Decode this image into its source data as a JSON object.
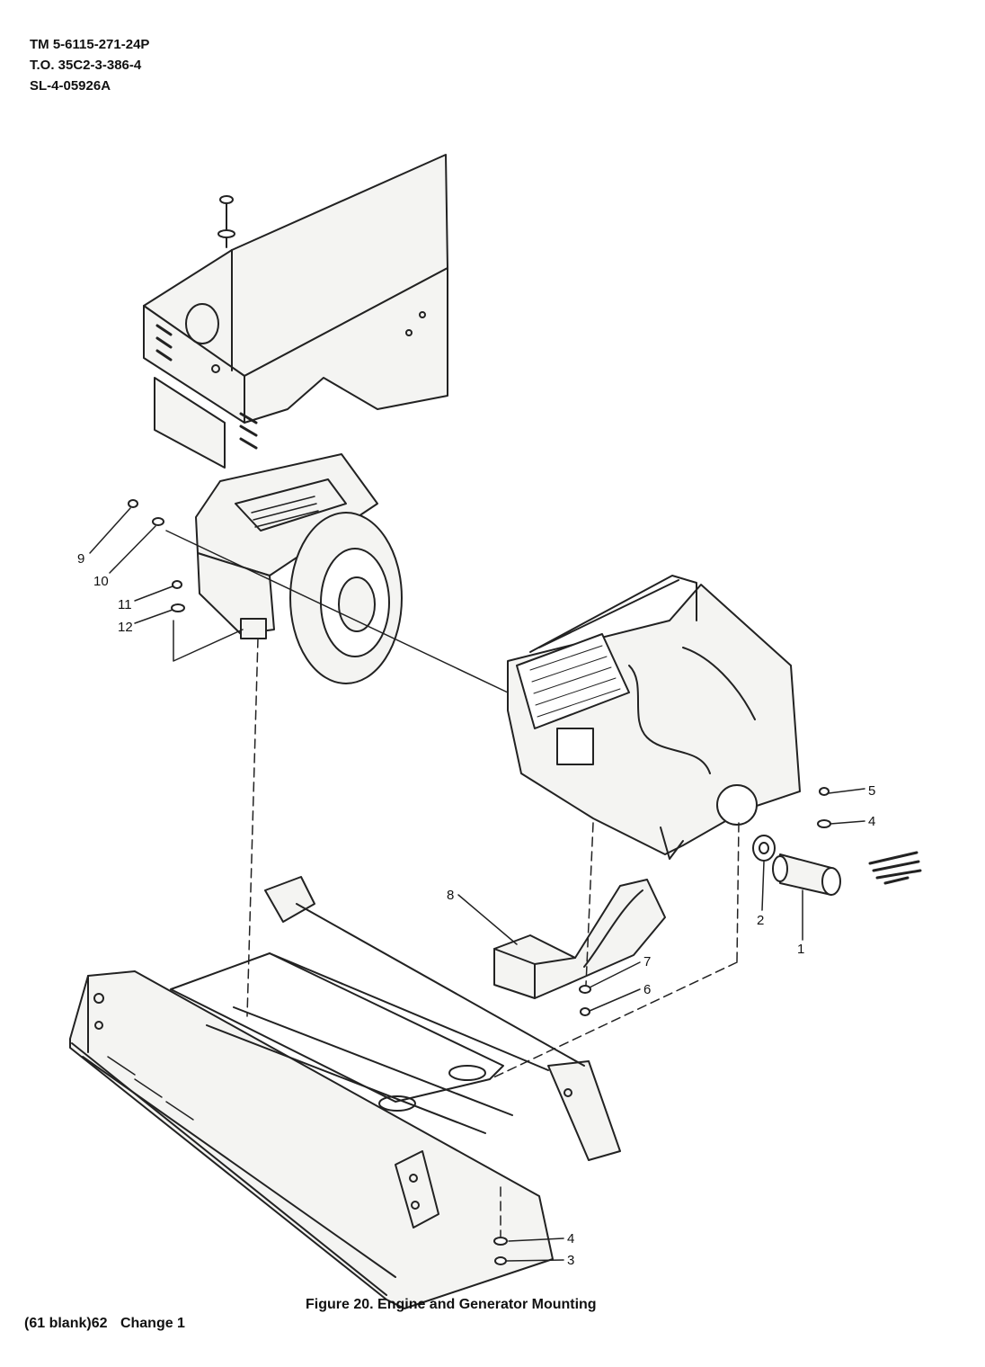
{
  "header": {
    "tm": "TM  5-6115-271-24P",
    "to": "T.O.  35C2-3-386-4",
    "sl": "SL-4-05926A"
  },
  "figure": {
    "caption": "Figure 20. Engine and Generator Mounting",
    "callouts": {
      "c9": "9",
      "c10": "10",
      "c11": "11",
      "c12": "12",
      "c5": "5",
      "c4a": "4",
      "c2": "2",
      "c1": "1",
      "c8": "8",
      "c7": "7",
      "c6": "6",
      "c4b": "4",
      "c3": "3"
    }
  },
  "footer": {
    "page": "(61 blank)62",
    "change": "Change  1"
  },
  "colors": {
    "line": "#222222",
    "fill": "#f4f4f2",
    "paper": "#ffffff"
  }
}
